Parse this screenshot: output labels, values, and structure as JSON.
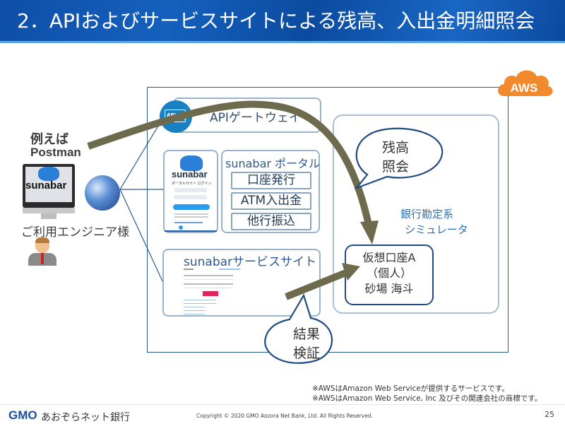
{
  "header": {
    "title": "2．APIおよびサービスサイトによる残高、入出金明細照会"
  },
  "client": {
    "example_line1": "例えば",
    "example_line2": "Postman",
    "monitor_brand": "sunabar",
    "user_label": "ご利用エンジニア様"
  },
  "aws": {
    "badge": "AWS"
  },
  "api_gateway": {
    "icon_text": "API",
    "label": "APIゲートウェイ"
  },
  "portal": {
    "login_brand": "sunabar",
    "login_subtitle": "ポータルサイト ログイン",
    "title": "sunabar ポータル",
    "items": [
      "口座発行",
      "ATM入出金",
      "他行振込"
    ]
  },
  "service_site": {
    "title": "sunabarサービスサイト"
  },
  "simulator": {
    "label_line1": "銀行勘定系",
    "label_line2": "シミュレータ",
    "account_line1": "仮想口座A",
    "account_line2": "（個人）",
    "account_line3": "砂場 海斗"
  },
  "bubbles": {
    "balance_line1": "残高",
    "balance_line2": "照会",
    "verify_line1": "結果",
    "verify_line2": "検証"
  },
  "notes": [
    "※AWSはAmazon Web Serviceが提供するサービスです。",
    "※AWSはAmazon Web Service, Inc 及びその関連会社の商標です。"
  ],
  "footer": {
    "logo_gmo": "GMO",
    "logo_rest": "あおぞらネット銀行",
    "copyright": "Copyright © 2020 GMO Aozora Net Bank, Ltd. All Rights Reserved.",
    "page_number": "25"
  },
  "colors": {
    "header_blue": "#0d4fa8",
    "aws_orange": "#f08a2c",
    "arrow_olive": "#6e6a4e",
    "frame_navy": "#2d5a8e",
    "accent_blue": "#2d6fb3"
  }
}
